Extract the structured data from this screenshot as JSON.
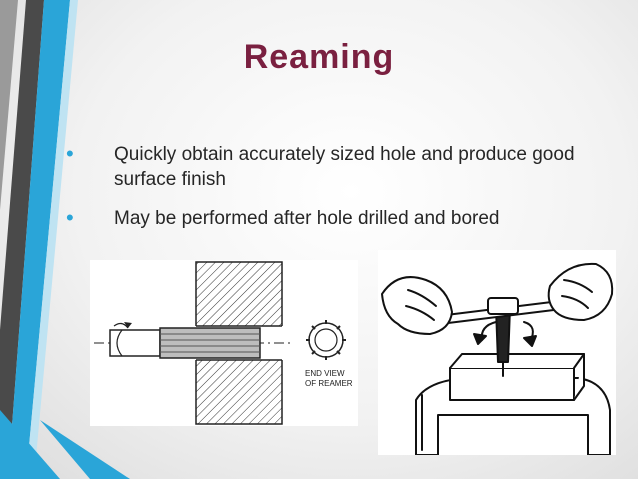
{
  "slide": {
    "title": "Reaming",
    "bullets": [
      "Quickly obtain accurately sized hole and produce good surface finish",
      "May be performed after hole drilled and bored"
    ],
    "figure_left": {
      "label_line1": "END VIEW",
      "label_line2": "OF REAMER"
    }
  },
  "colors": {
    "title": "#7a2040",
    "bullet": "#2aa5d8",
    "stripe_blue": "#2aa5d8",
    "stripe_dark": "#3a3a3a"
  }
}
